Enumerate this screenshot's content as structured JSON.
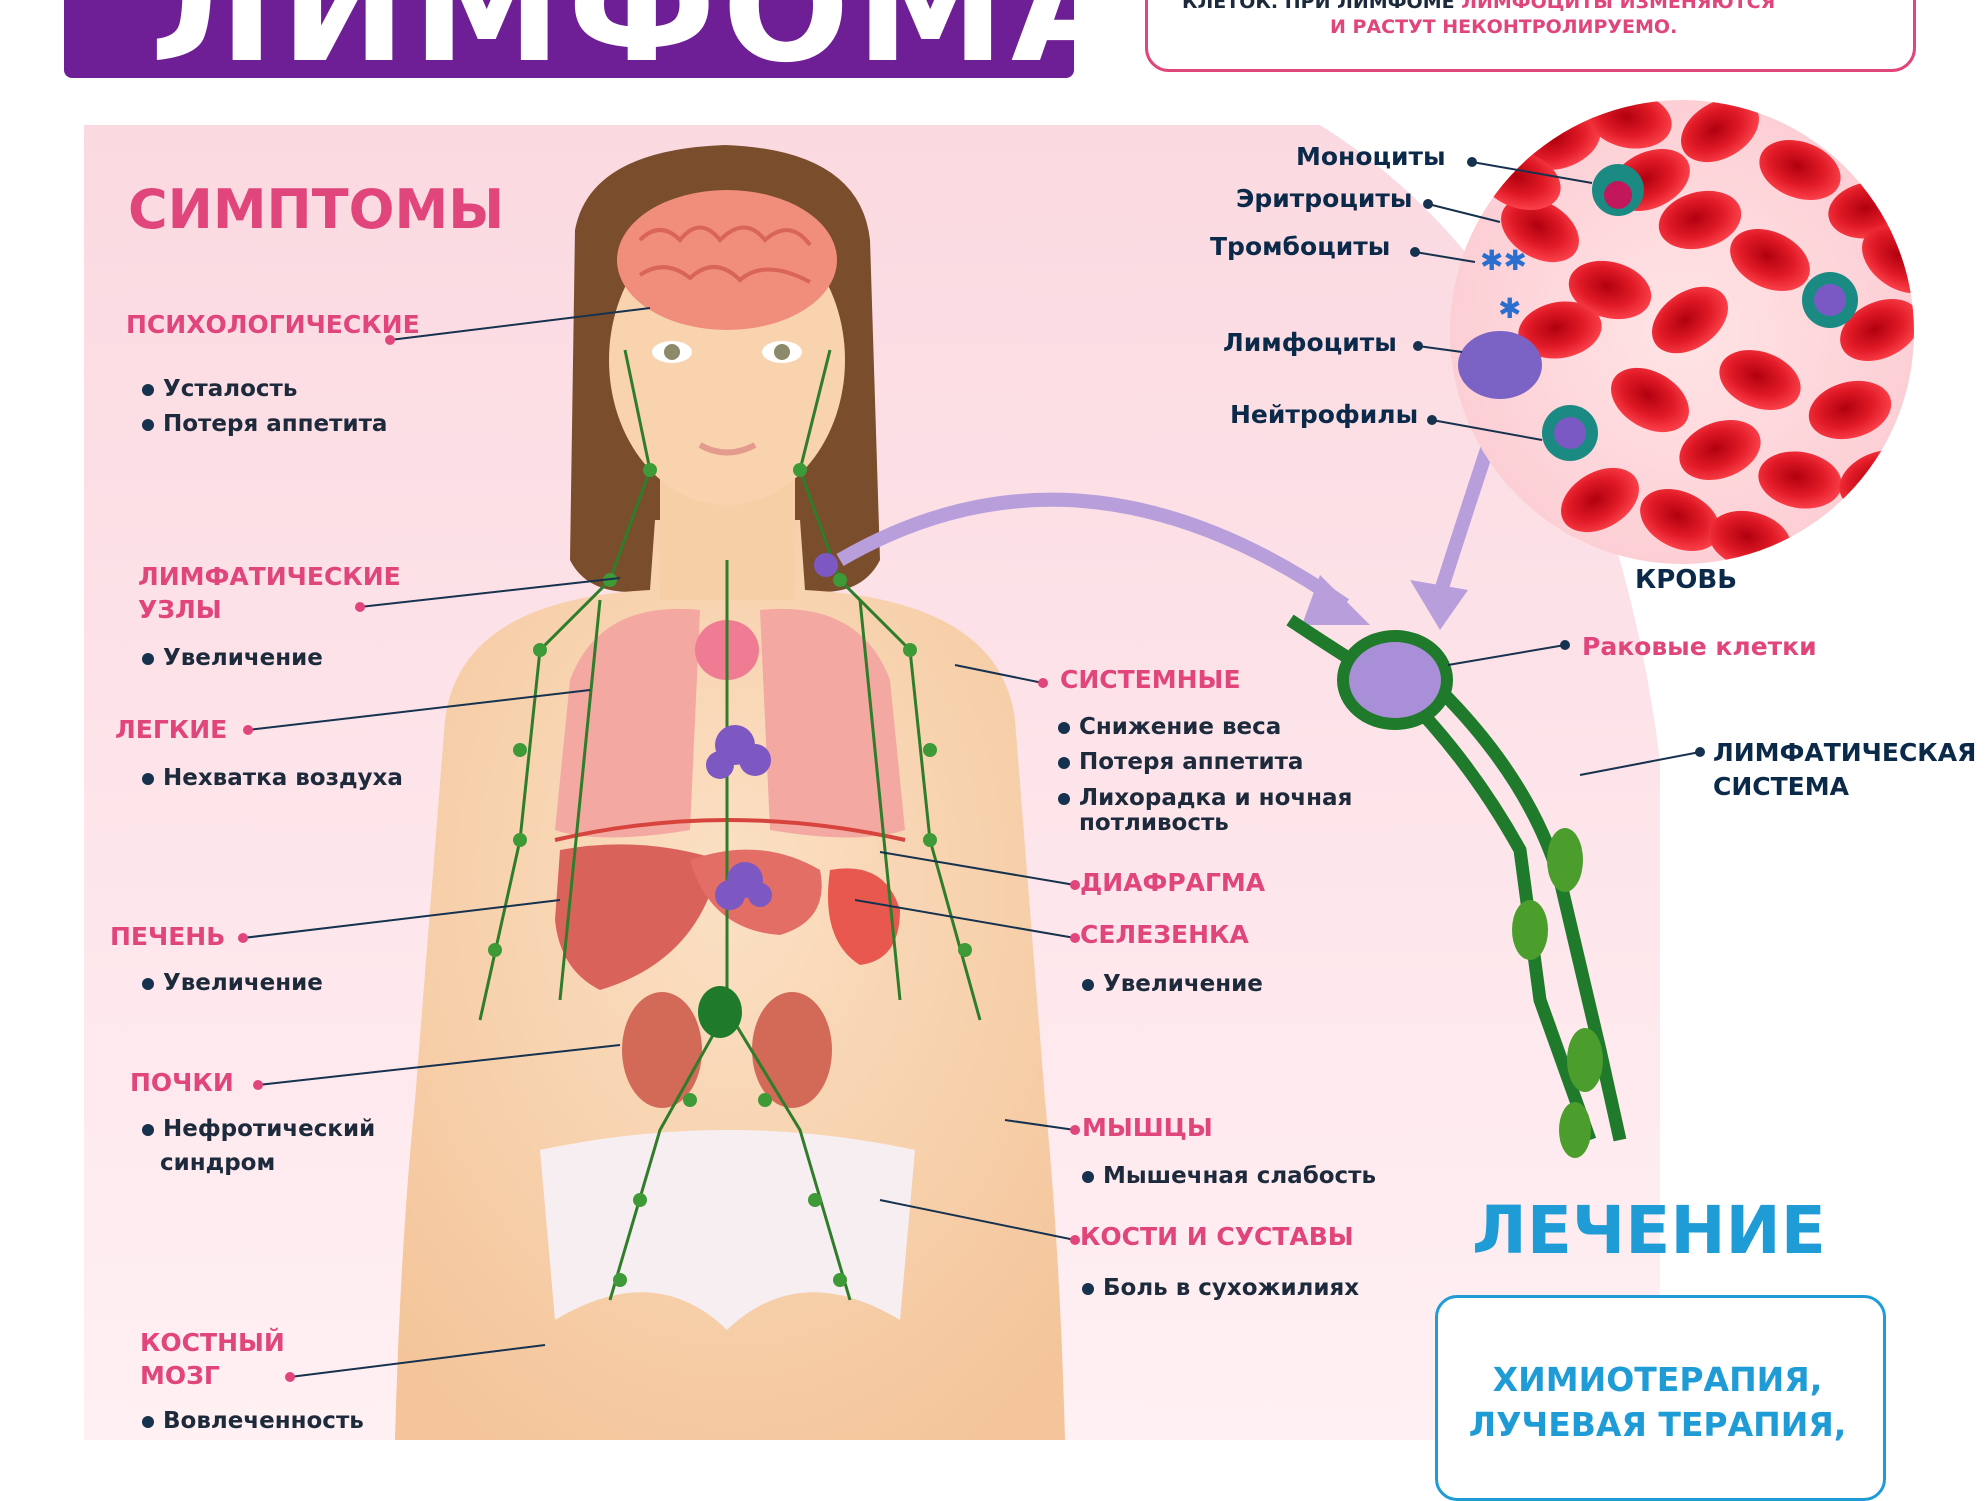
{
  "title": "ЛИМФОМА",
  "intro": {
    "line1_part1": "КЛЕТОК. ПРИ ЛИМФОМЕ ",
    "line1_highlight": "ЛИМФОЦИТЫ ИЗМЕНЯЮТСЯ",
    "line2": "И РАСТУТ НЕКОНТРОЛИРУЕМО."
  },
  "symptoms": {
    "heading": "СИМПТОМЫ",
    "psych": {
      "label": "ПСИХОЛОГИЧЕСКИЕ",
      "items": [
        "Усталость",
        "Потеря аппетита"
      ]
    },
    "lymph_nodes": {
      "label1": "ЛИМФАТИЧЕСКИЕ",
      "label2": "УЗЛЫ",
      "items": [
        "Увеличение"
      ]
    },
    "lungs": {
      "label": "ЛЕГКИЕ",
      "items": [
        "Нехватка воздуха"
      ]
    },
    "liver": {
      "label": "ПЕЧЕНЬ",
      "items": [
        "Увеличение"
      ]
    },
    "kidneys": {
      "label": "ПОЧКИ",
      "items": [
        "Нефротический",
        "синдром"
      ]
    },
    "marrow": {
      "label1": "КОСТНЫЙ",
      "label2": "МОЗГ",
      "items": [
        "Вовлеченность"
      ]
    },
    "systemic": {
      "label": "СИСТЕМНЫЕ",
      "items": [
        "Снижение веса",
        "Потеря аппетита",
        "Лихорадка и ночная",
        "потливость"
      ]
    },
    "diaphragm": {
      "label": "ДИАФРАГМА"
    },
    "spleen": {
      "label": "СЕЛЕЗЕНКА",
      "items": [
        "Увеличение"
      ]
    },
    "muscles": {
      "label": "МЫШЦЫ",
      "items": [
        "Мышечная слабость"
      ]
    },
    "bones": {
      "label": "КОСТИ И СУСТАВЫ",
      "items": [
        "Боль в сухожилиях"
      ]
    }
  },
  "blood": {
    "label": "КРОВЬ",
    "cells": [
      "Моноциты",
      "Эритроциты",
      "Тромбоциты",
      "Лимфоциты",
      "Нейтрофилы"
    ]
  },
  "lymph": {
    "cancer_cells": "Раковые клетки",
    "system1": "ЛИМФАТИЧЕСКАЯ",
    "system2": "СИСТЕМА"
  },
  "treatment": {
    "heading": "ЛЕЧЕНИЕ",
    "line1": "ХИМИОТЕРАПИЯ,",
    "line2": "ЛУЧЕВАЯ ТЕРАПИЯ,"
  },
  "colors": {
    "pink": "#e0457b",
    "purple": "#6f1f95",
    "navy": "#0b2a4a",
    "blue": "#1f9bd6",
    "background_pink": "#fde4ea",
    "lymph_green": "#1f7a2c",
    "blood_red": "#d8121e"
  }
}
